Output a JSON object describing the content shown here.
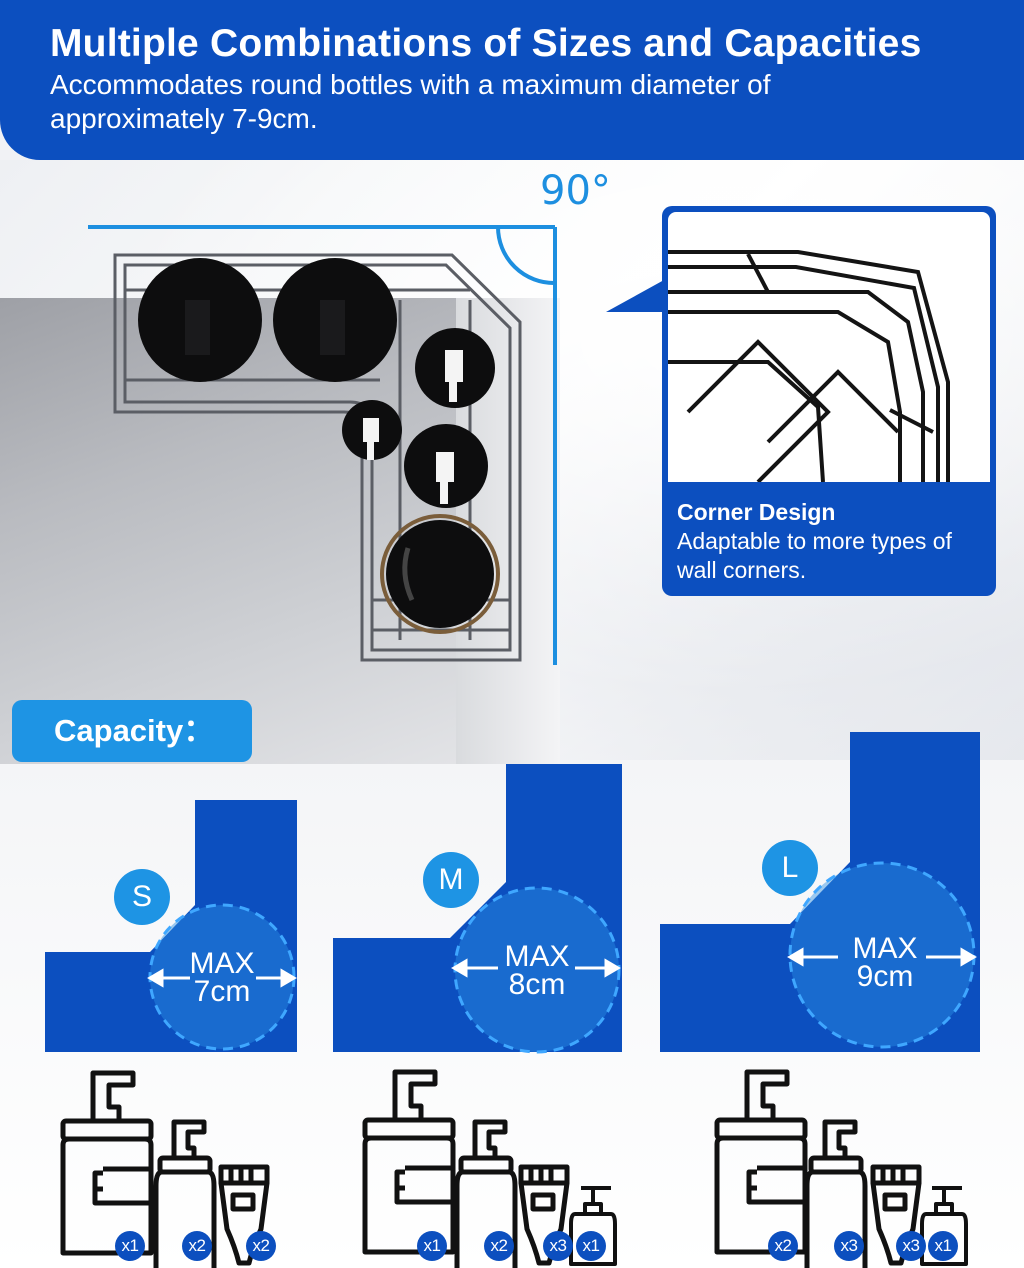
{
  "header": {
    "title": "Multiple Combinations of Sizes and Capacities",
    "subtitle": "Accommodates round bottles with a maximum diameter of approximately 7-9cm."
  },
  "angle": "90°",
  "callout": {
    "title": "Corner Design",
    "text": "Adaptable to more types of wall corners."
  },
  "capacity_label": "Capacity：",
  "sizes": [
    {
      "badge": "S",
      "max_label": "MAX",
      "diameter": "7cm",
      "counts": [
        "x1",
        "x2",
        "x2"
      ]
    },
    {
      "badge": "M",
      "max_label": "MAX",
      "diameter": "8cm",
      "counts": [
        "x1",
        "x2",
        "x3",
        "x1"
      ]
    },
    {
      "badge": "L",
      "max_label": "MAX",
      "diameter": "9cm",
      "counts": [
        "x2",
        "x3",
        "x3",
        "x1"
      ]
    }
  ],
  "colors": {
    "brand_blue": "#0c4fbf",
    "accent_blue": "#1e94e4",
    "icon_black": "#111111"
  }
}
